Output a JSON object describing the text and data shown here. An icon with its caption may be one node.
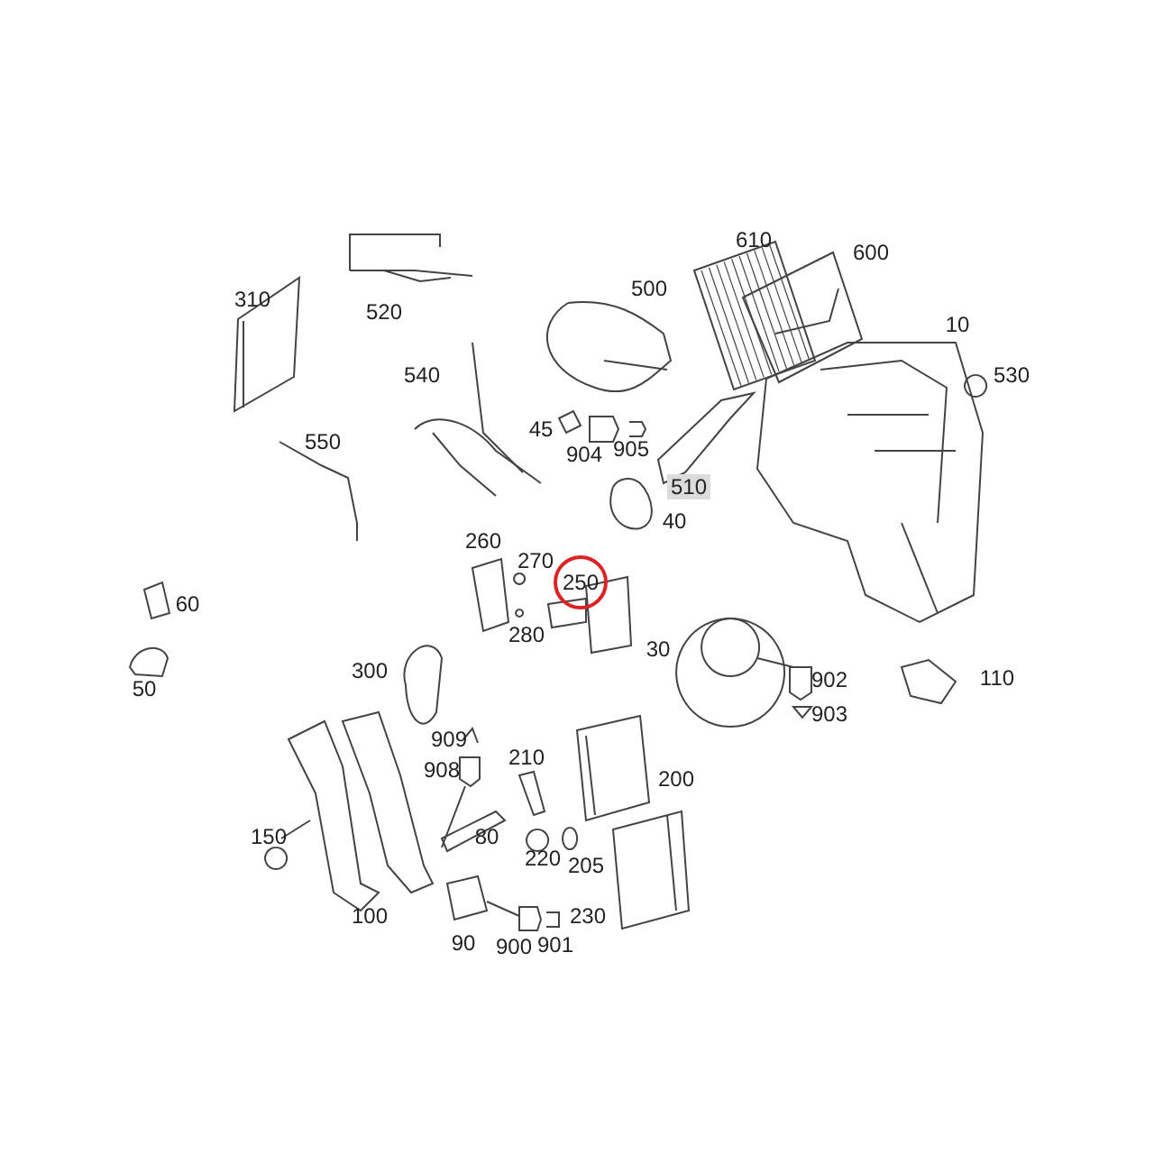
{
  "diagram": {
    "labels": [
      "610",
      "600",
      "310",
      "520",
      "500",
      "10",
      "540",
      "530",
      "550",
      "45",
      "904",
      "905",
      "510",
      "40",
      "260",
      "270",
      "60",
      "250",
      "280",
      "30",
      "50",
      "300",
      "902",
      "110",
      "903",
      "909",
      "908",
      "210",
      "200",
      "150",
      "80",
      "220",
      "205",
      "100",
      "230",
      "90",
      "900",
      "901"
    ]
  }
}
